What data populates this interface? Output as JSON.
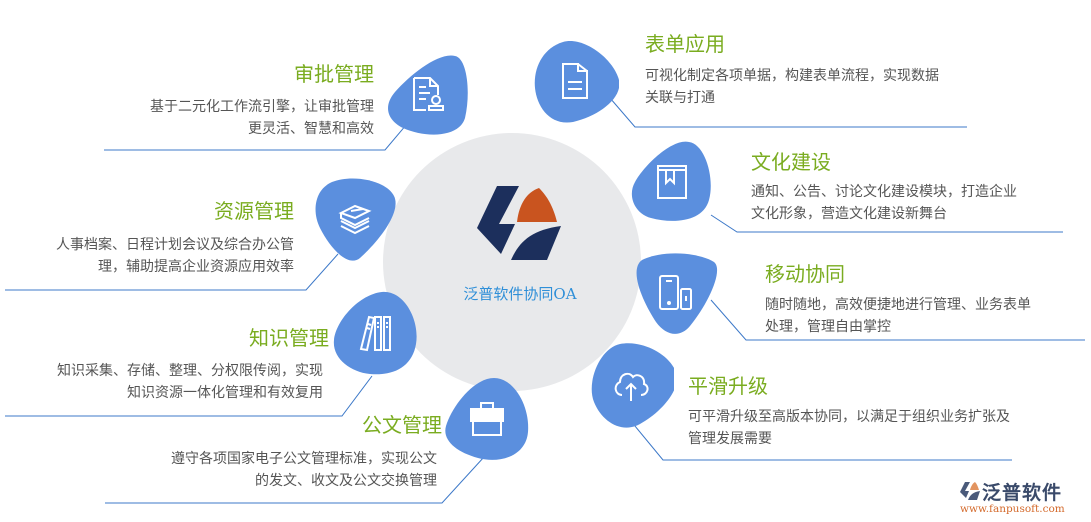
{
  "center": {
    "title": "泛普软件协同OA",
    "logo_colors": {
      "navy": "#1c2f5c",
      "orange": "#c9541f"
    }
  },
  "colors": {
    "blob": "#5b8fde",
    "title_green": "#7aac20",
    "line_blue": "#3c78c8",
    "circle_gray": "#e8e9eb"
  },
  "modules": [
    {
      "id": "approval",
      "icon": "document-stamp-icon",
      "title": "审批管理",
      "desc": [
        "基于二元化工作流引擎，让审批管理",
        "更灵活、智慧和高效"
      ]
    },
    {
      "id": "forms",
      "icon": "form-document-icon",
      "title": "表单应用",
      "desc": [
        "可视化制定各项单据，构建表单流程，实现数据",
        "关联与打通"
      ]
    },
    {
      "id": "resources",
      "icon": "stacked-books-icon",
      "title": "资源管理",
      "desc": [
        "人事档案、日程计划会议及综合办公管",
        "理，辅助提高企业资源应用效率"
      ]
    },
    {
      "id": "culture",
      "icon": "bookmark-book-icon",
      "title": "文化建设",
      "desc": [
        "通知、公告、讨论文化建设模块，打造企业",
        "文化形象，营造文化建设新舞台"
      ]
    },
    {
      "id": "knowledge",
      "icon": "binders-icon",
      "title": "知识管理",
      "desc": [
        "知识采集、存储、整理、分权限传阅，实现",
        "知识资源一体化管理和有效复用"
      ]
    },
    {
      "id": "mobile",
      "icon": "mobile-devices-icon",
      "title": "移动协同",
      "desc": [
        "随时随地，高效便捷地进行管理、业务表单",
        "处理，管理自由掌控"
      ]
    },
    {
      "id": "documents",
      "icon": "briefcase-icon",
      "title": "公文管理",
      "desc": [
        "遵守各项国家电子公文管理标准，实现公文",
        "的发文、收文及公文交换管理"
      ]
    },
    {
      "id": "upgrade",
      "icon": "cloud-upload-icon",
      "title": "平滑升级",
      "desc": [
        "可平滑升级至高版本协同，以满足于组织业务扩张及",
        "管理发展需要"
      ]
    }
  ],
  "brand": {
    "name": "泛普软件",
    "url": "www.fanpusoft.com"
  }
}
